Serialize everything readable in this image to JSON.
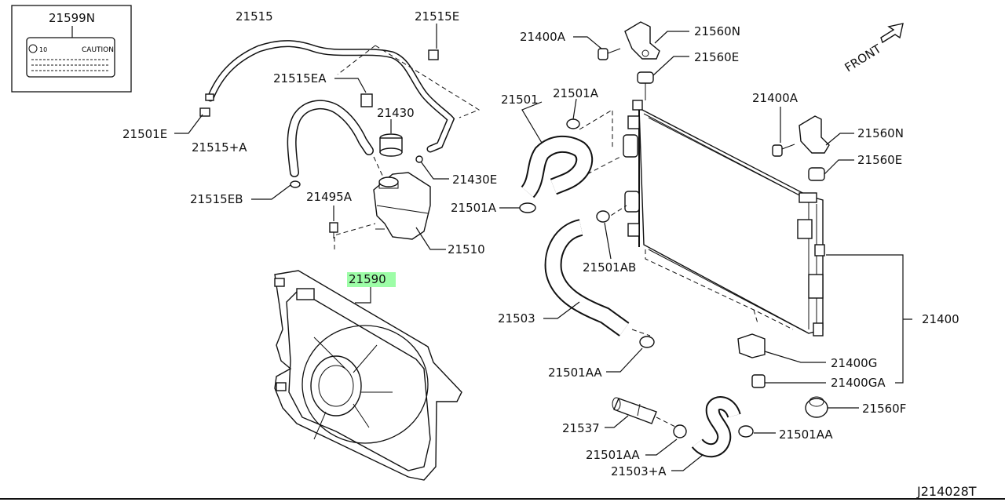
{
  "diagram": {
    "doc_code": "J214028T",
    "front_label": "FRONT",
    "caution_card": {
      "part": "21599N",
      "text": "CAUTION",
      "code": "10"
    },
    "callouts": [
      {
        "id": "21515",
        "text": "21515"
      },
      {
        "id": "21515E",
        "text": "21515E"
      },
      {
        "id": "21515EA",
        "text": "21515EA"
      },
      {
        "id": "21501E",
        "text": "21501E"
      },
      {
        "id": "21515+A",
        "text": "21515+A"
      },
      {
        "id": "21430",
        "text": "21430"
      },
      {
        "id": "21430E",
        "text": "21430E"
      },
      {
        "id": "21515EB",
        "text": "21515EB"
      },
      {
        "id": "21495A",
        "text": "21495A"
      },
      {
        "id": "21510",
        "text": "21510"
      },
      {
        "id": "21590",
        "text": "21590",
        "highlighted": true
      },
      {
        "id": "21400A_top",
        "text": "21400A"
      },
      {
        "id": "21560N_top",
        "text": "21560N"
      },
      {
        "id": "21560E_top",
        "text": "21560E"
      },
      {
        "id": "21501",
        "text": "21501"
      },
      {
        "id": "21501A_top",
        "text": "21501A"
      },
      {
        "id": "21501A_low",
        "text": "21501A"
      },
      {
        "id": "21400A_mid",
        "text": "21400A"
      },
      {
        "id": "21560N_mid",
        "text": "21560N"
      },
      {
        "id": "21560E_mid",
        "text": "21560E"
      },
      {
        "id": "21501AB",
        "text": "21501AB"
      },
      {
        "id": "21503",
        "text": "21503"
      },
      {
        "id": "21400",
        "text": "21400"
      },
      {
        "id": "21501AA_a",
        "text": "21501AA"
      },
      {
        "id": "21400G",
        "text": "21400G"
      },
      {
        "id": "21400GA",
        "text": "21400GA"
      },
      {
        "id": "21560F",
        "text": "21560F"
      },
      {
        "id": "21537",
        "text": "21537"
      },
      {
        "id": "21501AA_b",
        "text": "21501AA"
      },
      {
        "id": "21501AA_c",
        "text": "21501AA"
      },
      {
        "id": "21503+A",
        "text": "21503+A"
      }
    ],
    "highlight_color": "#7CFC8A"
  }
}
